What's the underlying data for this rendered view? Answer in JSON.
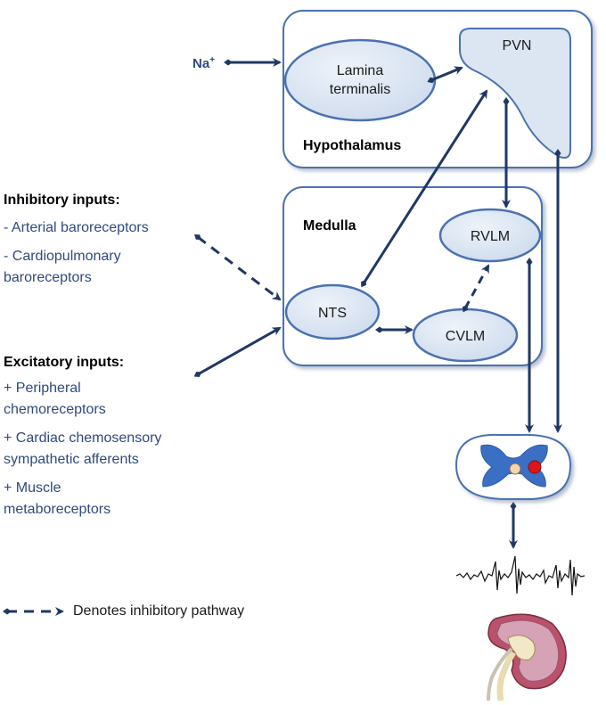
{
  "regions": {
    "hypothalamus": "Hypothalamus",
    "medulla": "Medulla"
  },
  "nodes": {
    "lamina_line1": "Lamina",
    "lamina_line2": "terminalis",
    "pvn": "PVN",
    "rvlm": "RVLM",
    "nts": "NTS",
    "cvlm": "CVLM"
  },
  "sodium": {
    "base": "Na",
    "superscript": "+"
  },
  "inhibitory_inputs": {
    "heading": "Inhibitory inputs:",
    "items": [
      "- Arterial baroreceptors",
      "- Cardiopulmonary",
      "baroreceptors"
    ]
  },
  "excitatory_inputs": {
    "heading": "Excitatory inputs:",
    "items": [
      "+ Peripheral",
      "chemoreceptors",
      "+ Cardiac chemosensory",
      "sympathetic afferents",
      "+ Muscle",
      "metaboreceptors"
    ]
  },
  "legend": {
    "label": "Denotes inhibitory pathway"
  },
  "colors": {
    "arrow": "#1f3864",
    "box_border": "#4a72b0",
    "node_fill": "#dce6f2",
    "node_border": "#4a72b0",
    "input_text": "#2e4a7d",
    "spinal_grey_matter": "#3b6fc4"
  }
}
